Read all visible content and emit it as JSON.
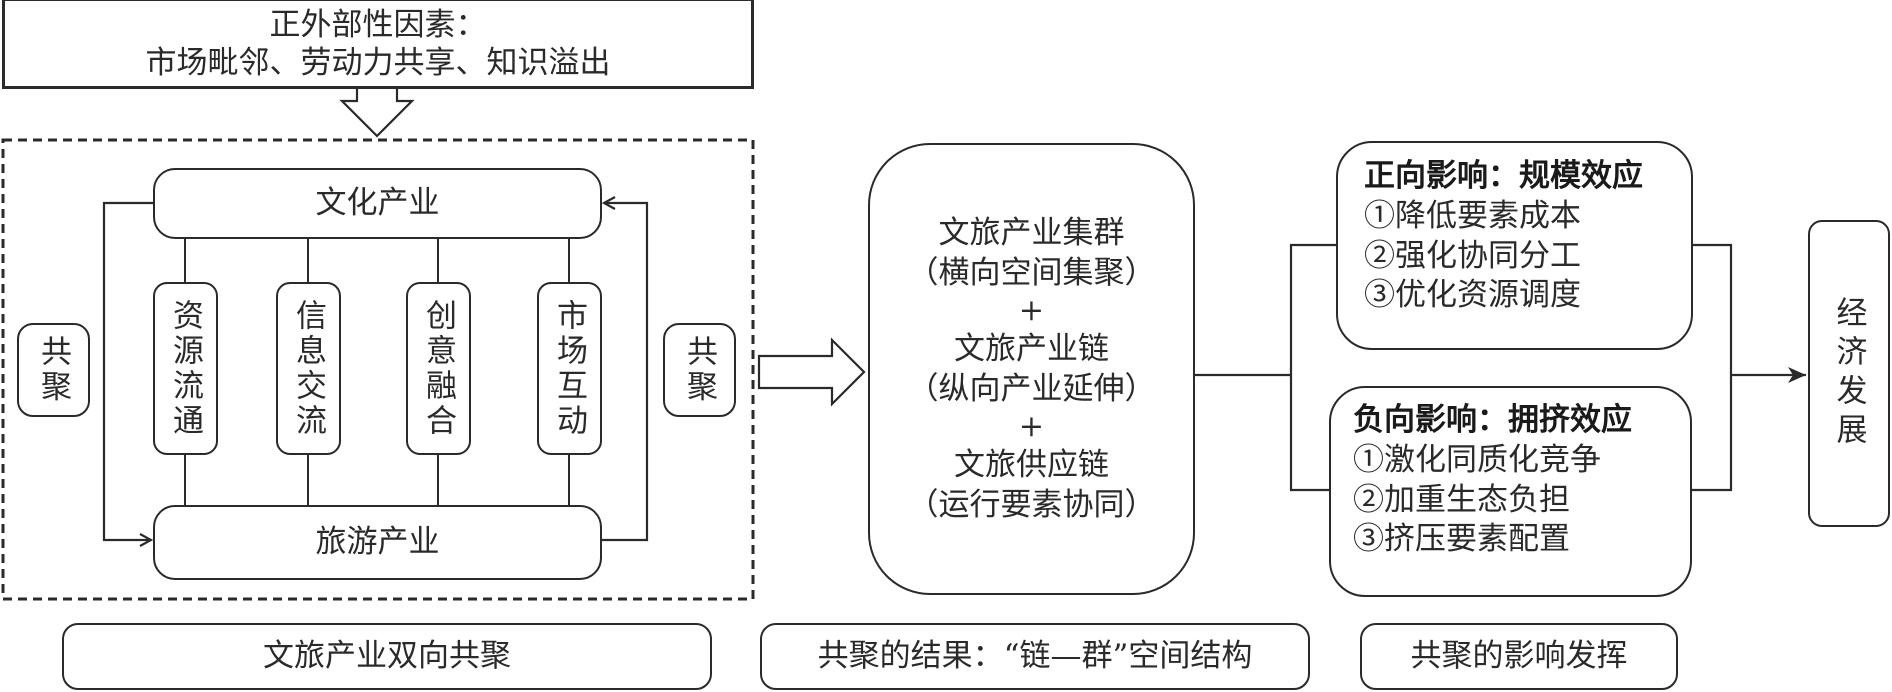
{
  "external_factors": {
    "title": "正外部性因素：",
    "items": "市场毗邻、劳动力共享、知识溢出"
  },
  "co_agglomeration": {
    "culture_industry": "文化产业",
    "tourism_industry": "旅游产业",
    "channels": [
      "资源流通",
      "信息交流",
      "创意融合",
      "市场互动"
    ],
    "left_label": "共聚",
    "right_label": "共聚"
  },
  "result": {
    "lines": [
      "文旅产业集群",
      "（横向空间集聚）",
      "+",
      "文旅产业链",
      "（纵向产业延伸）",
      "+",
      "文旅供应链",
      "（运行要素协同）"
    ]
  },
  "impacts": {
    "positive": {
      "title": "正向影响：规模效应",
      "items": [
        "①降低要素成本",
        "②强化协同分工",
        "③优化资源调度"
      ]
    },
    "negative": {
      "title": "负向影响：拥挤效应",
      "items": [
        "①激化同质化竞争",
        "②加重生态负担",
        "③挤压要素配置"
      ]
    }
  },
  "outcome": "经济发展",
  "stage_labels": [
    "文旅产业双向共聚",
    "共聚的结果：“链—群”空间结构",
    "共聚的影响发挥"
  ]
}
